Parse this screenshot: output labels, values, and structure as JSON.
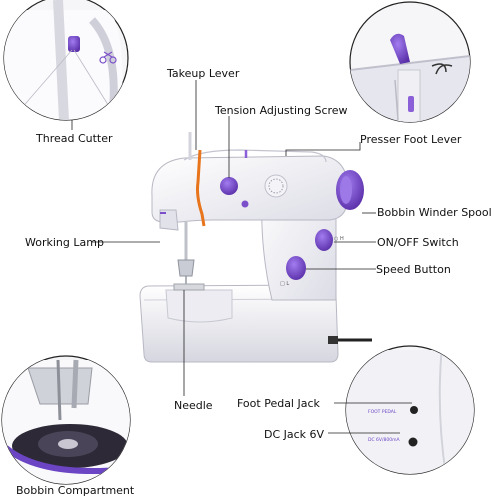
{
  "labels": {
    "thread_cutter": "Thread Cutter",
    "takeup_lever": "Takeup Lever",
    "tension_screw": "Tension Adjusting Screw",
    "presser_foot_lever": "Presser Foot Lever",
    "bobbin_winder_spool": "Bobbin Winder Spool",
    "working_lamp": "Working Lamp",
    "onoff_switch": "ON/OFF Switch",
    "speed_button": "Speed Button",
    "needle": "Needle",
    "foot_pedal_jack": "Foot Pedal Jack",
    "dc_jack": "DC Jack 6V",
    "bobbin_compartment": "Bobbin Compartment"
  },
  "inset_text": {
    "foot_pedal": "FOOT PEDAL",
    "dc_rating": "DC 6V/800mA"
  },
  "colors": {
    "accent_purple": "#7a4fc9",
    "machine_white": "#f4f4f8",
    "outline_gray": "#b8b8c4",
    "leader_line": "#222222",
    "thread_orange": "#e8741c"
  }
}
